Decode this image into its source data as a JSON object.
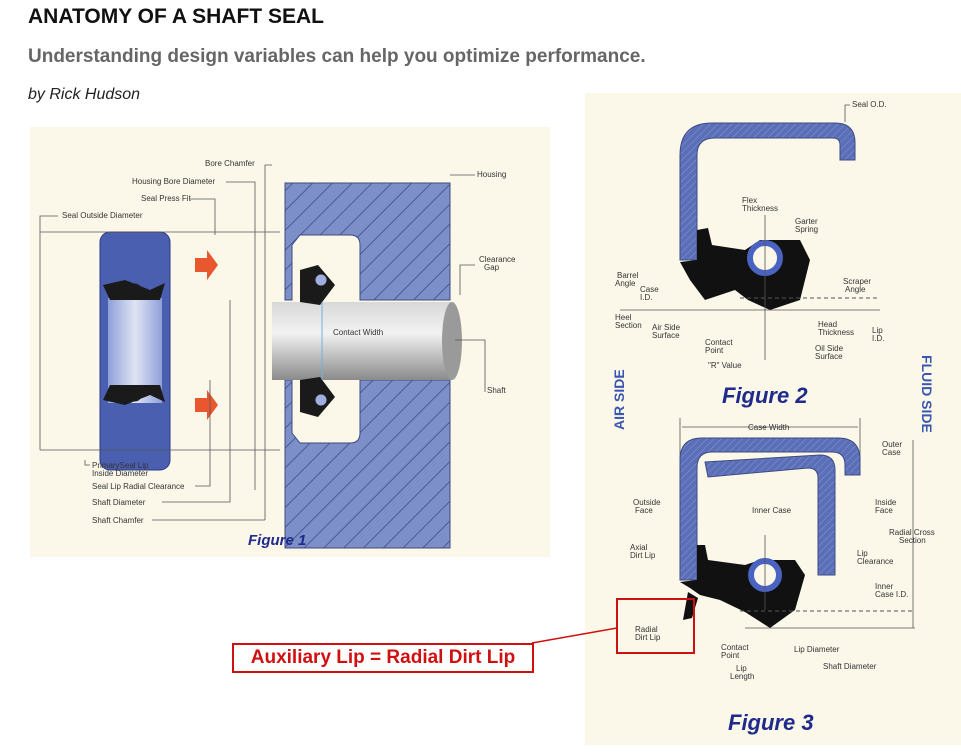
{
  "article": {
    "title": "ANATOMY OF A SHAFT SEAL",
    "subtitle": "Understanding design variables can help you optimize performance.",
    "byline": "by Rick Hudson"
  },
  "figure1": {
    "caption": "Figure 1",
    "labels": {
      "bore_chamfer": "Bore Chamfer",
      "housing_bore_diameter": "Housing Bore Diameter",
      "seal_press_fit": "Seal Press Fit",
      "seal_outside_diameter": "Seal Outside Diameter",
      "housing": "Housing",
      "clearance": "Clearance",
      "gap": "Gap",
      "contact_width": "Contact Width",
      "shaft": "Shaft",
      "primary_lip_1": "PrimarySeal Lip",
      "primary_lip_2": "Inside Diameter",
      "seal_lip_radial_clearance": "Seal Lip Radial Clearance",
      "shaft_diameter": "Shaft Diameter",
      "shaft_chamfer": "Shaft Chamfer"
    }
  },
  "figure2": {
    "caption": "Figure 2",
    "labels": {
      "seal_od": "Seal O.D.",
      "flex_1": "Flex",
      "flex_2": "Thickness",
      "garter_1": "Garter",
      "garter_2": "Spring",
      "barrel_1": "Barrel",
      "barrel_2": "Angle",
      "case_1": "Case",
      "case_2": "I.D.",
      "heel_1": "Heel",
      "heel_2": "Section",
      "air_1": "Air Side",
      "air_2": "Surface",
      "contact_1": "Contact",
      "contact_2": "Point",
      "r_value": "\"R\" Value",
      "scraper_1": "Scraper",
      "scraper_2": "Angle",
      "head_1": "Head",
      "head_2": "Thickness",
      "lip_1": "Lip",
      "lip_2": "I.D.",
      "oil_1": "Oil Side",
      "oil_2": "Surface"
    }
  },
  "figure3": {
    "caption": "Figure 3",
    "labels": {
      "case_width": "Case Width",
      "outer_1": "Outer",
      "outer_2": "Case",
      "outside_1": "Outside",
      "outside_2": "Face",
      "inner_case": "Inner Case",
      "inside_1": "Inside",
      "inside_2": "Face",
      "radial_1": "Radial Cross",
      "radial_2": "Section",
      "axial_1": "Axial",
      "axial_2": "Dirt Lip",
      "lipclr_1": "Lip",
      "lipclr_2": "Clearance",
      "innerid_1": "Inner",
      "innerid_2": "Case I.D.",
      "radialdirt_1": "Radial",
      "radialdirt_2": "Dirt Lip",
      "contact_1": "Contact",
      "contact_2": "Point",
      "liplen_1": "Lip",
      "liplen_2": "Length",
      "lip_diameter": "Lip Diameter",
      "shaft_diameter": "Shaft Diameter"
    }
  },
  "sides": {
    "air": "AIR SIDE",
    "fluid": "FLUID SIDE"
  },
  "annotation": {
    "text": "Auxiliary Lip = Radial Dirt Lip",
    "color": "#d01010"
  },
  "colors": {
    "panel": "#fbf8ea",
    "seal_blue": "#5b6fb8",
    "caption": "#1f2a8a"
  }
}
